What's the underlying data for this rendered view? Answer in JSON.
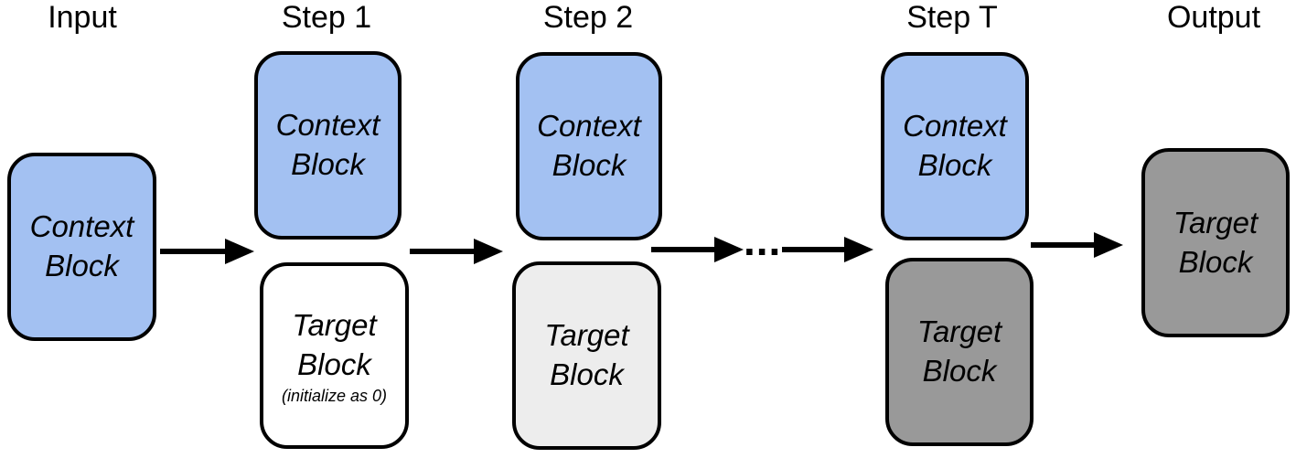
{
  "figure": {
    "background": "#FFFFFF",
    "stroke_color": "#000000",
    "text_color": "#000000"
  },
  "colors": {
    "context_fill": "#A3C1F2",
    "target_init_fill": "#FFFFFF",
    "target_partial_fill": "#EDEDED",
    "target_final_fill": "#999999"
  },
  "labels": {
    "input": "Input",
    "step1": "Step 1",
    "step2": "Step 2",
    "stepT": "Step T",
    "output": "Output"
  },
  "blocks": {
    "input_context": {
      "text": "Context Block",
      "fill": "#A3C1F2"
    },
    "step1_context": {
      "text": "Context Block",
      "fill": "#A3C1F2"
    },
    "step1_target": {
      "text": "Target Block",
      "note": "(initialize as 0)",
      "fill": "#FFFFFF"
    },
    "step2_context": {
      "text": "Context Block",
      "fill": "#A3C1F2"
    },
    "step2_target": {
      "text": "Target Block",
      "fill": "#EDEDED"
    },
    "stepT_context": {
      "text": "Context Block",
      "fill": "#A3C1F2"
    },
    "stepT_target": {
      "text": "Target Block",
      "fill": "#999999"
    },
    "output_target": {
      "text": "Target Block",
      "fill": "#999999"
    }
  },
  "connector": {
    "ellipsis": "..."
  }
}
